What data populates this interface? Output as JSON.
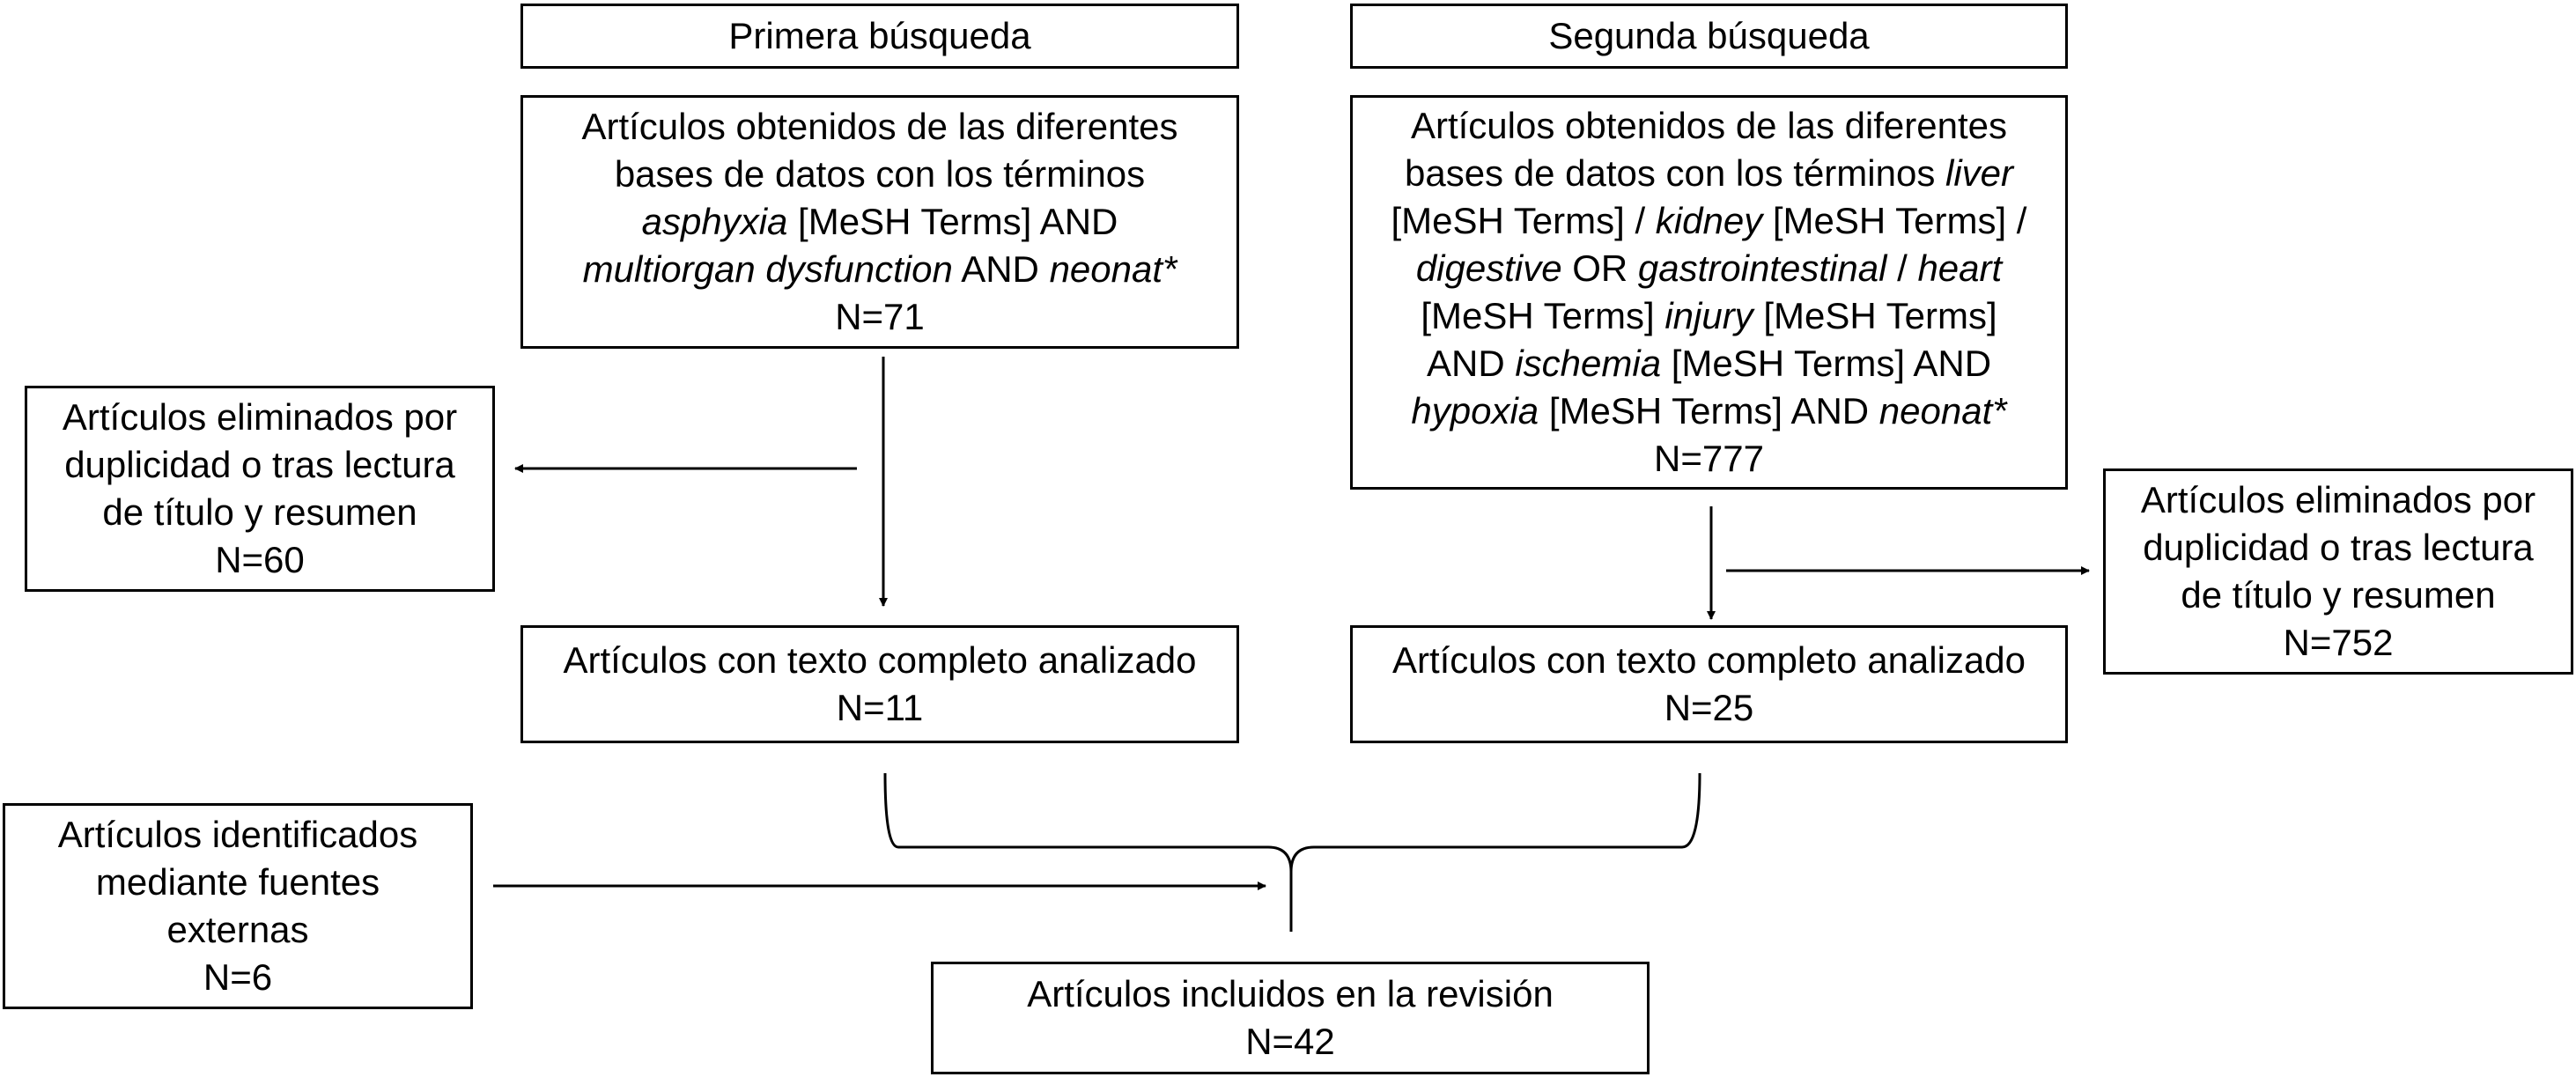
{
  "headers": {
    "first": "Primera búsqueda",
    "second": "Segunda búsqueda"
  },
  "search1": {
    "line1": "Artículos obtenidos de las diferentes",
    "line2": "bases de datos con los términos",
    "line3_italic_a": "asphyxia",
    "line3_rest": " [MeSH Terms] AND",
    "line4_italic_a": "multiorgan dysfunction",
    "line4_mid": " AND ",
    "line4_italic_b": "neonat*",
    "count": "N=71"
  },
  "search2": {
    "line1": "Artículos obtenidos de las diferentes",
    "line2_pre": "bases de datos con los términos ",
    "line2_italic": "liver",
    "line3_pre": "[MeSH Terms] / ",
    "line3_italic": "kidney",
    "line3_post": " [MeSH Terms] /",
    "line4_italic_a": "digestive",
    "line4_mid": " OR ",
    "line4_italic_b": "gastrointestinal",
    "line4_mid2": " / ",
    "line4_italic_c": "heart",
    "line5_pre": "[MeSH Terms] ",
    "line5_italic": "injury",
    "line5_post": " [MeSH Terms]",
    "line6_pre": "AND ",
    "line6_italic": "ischemia",
    "line6_post": " [MeSH Terms] AND",
    "line7_italic_a": "hypoxia",
    "line7_mid": " [MeSH Terms] AND ",
    "line7_italic_b": "neonat*",
    "count": "N=777"
  },
  "excluded1": {
    "line1": "Artículos eliminados por",
    "line2": "duplicidad o tras lectura",
    "line3": "de título y resumen",
    "count": "N=60"
  },
  "excluded2": {
    "line1": "Artículos eliminados por",
    "line2": "duplicidad o tras lectura",
    "line3": "de título y resumen",
    "count": "N=752"
  },
  "fulltext1": {
    "line1": "Artículos con texto completo analizado",
    "count": "N=11"
  },
  "fulltext2": {
    "line1": "Artículos con texto completo analizado",
    "count": "N=25"
  },
  "external": {
    "line1": "Artículos identificados",
    "line2": "mediante fuentes",
    "line3": "externas",
    "count": "N=6"
  },
  "included": {
    "line1": "Artículos incluidos en la revisión",
    "count": "N=42"
  }
}
